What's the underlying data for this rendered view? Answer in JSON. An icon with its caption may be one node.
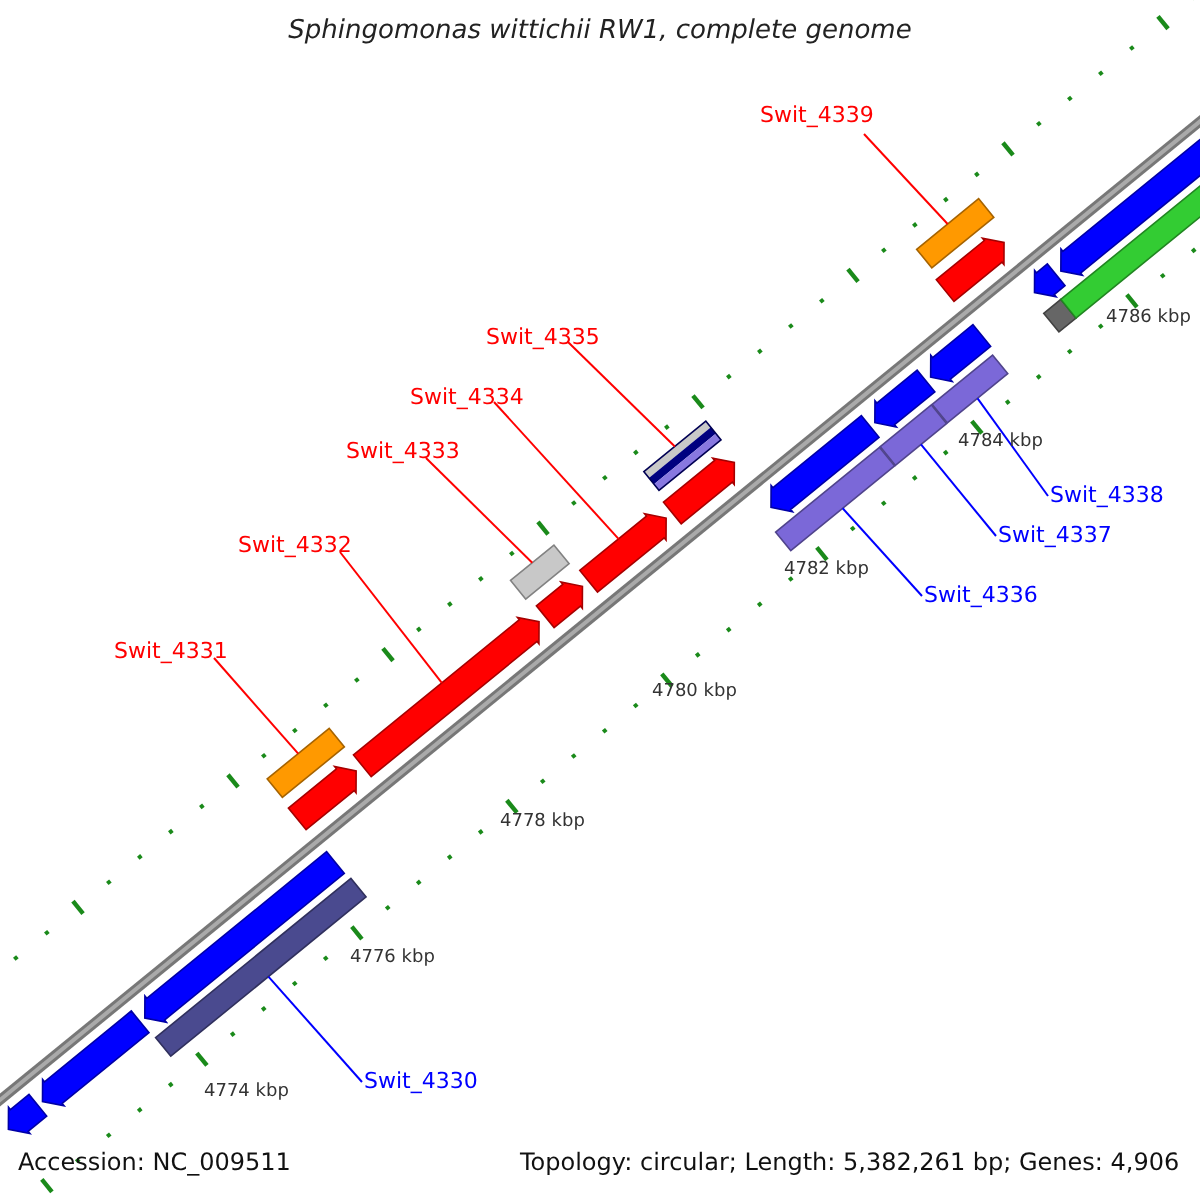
{
  "diagram": {
    "title": "Sphingomonas wittichii RW1, complete genome",
    "nodes": [
      {
        "text": [
          "Swit_4339"
        ]
      },
      {
        "text": [
          "Swit_4335"
        ]
      },
      {
        "text": [
          "Swit_4334"
        ]
      },
      {
        "text": [
          "Swit_4333"
        ]
      },
      {
        "text": [
          "Swit_4332"
        ]
      },
      {
        "text": [
          "Swit_4331"
        ]
      },
      {
        "text": [
          "Swit_4338"
        ]
      },
      {
        "text": [
          "Swit_4337"
        ]
      },
      {
        "text": [
          "Swit_4336"
        ]
      },
      {
        "text": [
          "Swit_4330"
        ]
      },
      {
        "text": [],
        "shape": "bar"
      },
      {
        "text": [],
        "shape": "bar"
      },
      {
        "text": [],
        "shape": "arrow"
      },
      {
        "text": [],
        "shape": "bar"
      },
      {
        "text": [],
        "shape": "arrow"
      },
      {
        "text": [],
        "shape": "bar"
      },
      {
        "text": [],
        "shape": "bar"
      },
      {
        "text": [],
        "shape": "bar"
      },
      {
        "text": [],
        "shape": "bar"
      },
      {
        "text": [],
        "shape": "bar"
      },
      {
        "text": [],
        "shape": "arrow"
      },
      {
        "text": [],
        "shape": "arrow"
      },
      {
        "text": [],
        "shape": "arrow"
      },
      {
        "text": [],
        "shape": "arrow"
      },
      {
        "text": [],
        "shape": "arrow"
      },
      {
        "text": [],
        "shape": "arrow"
      },
      {
        "text": [],
        "shape": "arrow"
      },
      {
        "text": [],
        "shape": "arrow"
      },
      {
        "text": [],
        "shape": "arrow"
      },
      {
        "text": [],
        "shape": "arrow"
      },
      {
        "text": [],
        "shape": "arrow"
      },
      {
        "text": [],
        "shape": "arrow"
      },
      {
        "text": [],
        "shape": "bar"
      },
      {
        "text": [],
        "shape": "bar"
      }
    ],
    "edges": [
      {
        "from": 0,
        "to": 10,
        "arrow": "none"
      },
      {
        "from": 1,
        "to": 11,
        "arrow": "none"
      },
      {
        "from": 2,
        "to": 12,
        "arrow": "none"
      },
      {
        "from": 3,
        "to": 13,
        "arrow": "none"
      },
      {
        "from": 4,
        "to": 14,
        "arrow": "none"
      },
      {
        "from": 5,
        "to": 15,
        "arrow": "none"
      },
      {
        "from": 6,
        "to": 16,
        "arrow": "none",
        "color": "#0000ff"
      },
      {
        "from": 7,
        "to": 17,
        "arrow": "none",
        "color": "#0000ff"
      },
      {
        "from": 8,
        "to": 18,
        "arrow": "none",
        "color": "#0000ff"
      },
      {
        "from": 9,
        "to": 19,
        "arrow": "none",
        "color": "#0000ff"
      }
    ],
    "labels": [
      "4786 kbp",
      "4784 kbp",
      "4782 kbp",
      "4780 kbp",
      "4778 kbp",
      "4776 kbp",
      "4774 kbp",
      "Accession: NC_009511",
      "Topology: circular; Length: 5,382,261 bp; Genes: 4,906"
    ]
  }
}
